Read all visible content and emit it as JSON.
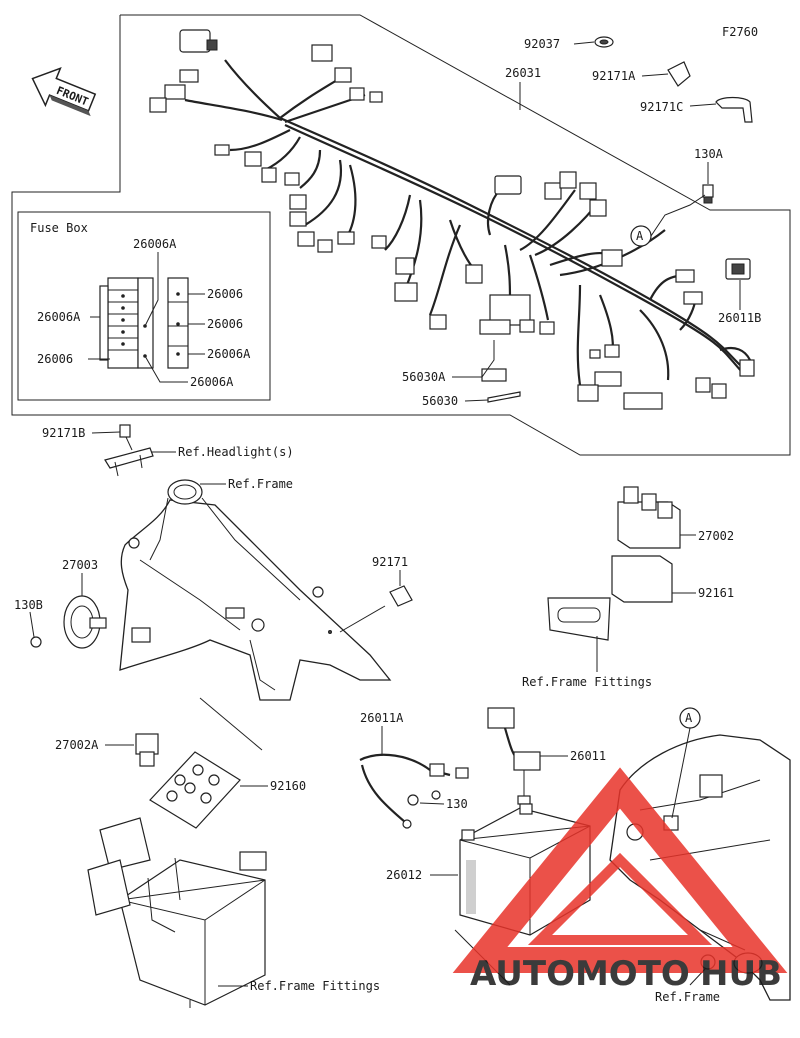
{
  "diagram_code": "F2760",
  "front_label": "FRONT",
  "fuse_box": {
    "title": "Fuse Box",
    "labels": [
      "26006A",
      "26006A",
      "26006",
      "26006",
      "26006",
      "26006A",
      "26006A"
    ]
  },
  "callouts": {
    "p92037": "92037",
    "p26031": "26031",
    "p92171A": "92171A",
    "p92171C": "92171C",
    "p130A": "130A",
    "p26011B": "26011B",
    "p56030A": "56030A",
    "p56030": "56030",
    "p92171B": "92171B",
    "ref_headlight": "Ref.Headlight(s)",
    "ref_frame_top": "Ref.Frame",
    "p27003": "27003",
    "p130B": "130B",
    "p92171": "92171",
    "p27002": "27002",
    "p92161": "92161",
    "ref_frame_fittings_right": "Ref.Frame Fittings",
    "p27002A": "27002A",
    "p92160": "92160",
    "p26011A": "26011A",
    "p26011": "26011",
    "p130": "130",
    "p26012": "26012",
    "ref_frame_fittings_bottom": "Ref.Frame Fittings",
    "ref_frame_bottom": "Ref.Frame",
    "marker_a": "A"
  },
  "watermark": {
    "text_left": "AUTOMOTO",
    "text_right": "HUB",
    "color_red": "#e8332a",
    "color_orange": "#f4a338",
    "color_grey": "#9a9a9a"
  }
}
